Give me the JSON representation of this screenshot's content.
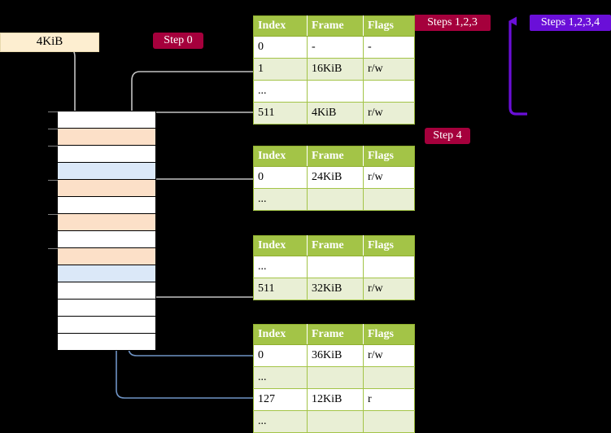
{
  "labels": {
    "size": "4KiB",
    "step0": "Step 0",
    "steps123": "Steps 1,2,3",
    "steps1234": "Steps 1,2,3,4",
    "step4": "Step 4"
  },
  "colors": {
    "table_header": "#a3c447",
    "table_alt_row": "#e9efd5",
    "highlight": "#ffff9e",
    "step_red": "#a5003c",
    "step_purple": "#6a0fd8",
    "size_label_bg": "#fdeed0",
    "mem_orange": "#fce0c8",
    "mem_blue": "#dbe8f8",
    "wire_gray": "#c0c0c0",
    "wire_blue": "#6f94c6"
  },
  "memory": {
    "name": "physical-memory-column",
    "rows": [
      {
        "fill": "white"
      },
      {
        "fill": "orange"
      },
      {
        "fill": "white"
      },
      {
        "fill": "blue"
      },
      {
        "fill": "orange"
      },
      {
        "fill": "white"
      },
      {
        "fill": "orange"
      },
      {
        "fill": "white"
      },
      {
        "fill": "orange"
      },
      {
        "fill": "blue"
      },
      {
        "fill": "white"
      },
      {
        "fill": "white"
      },
      {
        "fill": "white"
      },
      {
        "fill": "white"
      }
    ]
  },
  "tables": [
    {
      "name": "page-table-level-1",
      "headers": [
        "Index",
        "Frame",
        "Flags"
      ],
      "rows": [
        {
          "style": "plain",
          "highlight": false,
          "cells": [
            "0",
            "-",
            "-"
          ]
        },
        {
          "style": "alt",
          "highlight": false,
          "cells": [
            "1",
            "16KiB",
            "r/w"
          ]
        },
        {
          "style": "plain",
          "highlight": false,
          "cells": [
            "...",
            "",
            ""
          ]
        },
        {
          "style": "alt",
          "highlight": true,
          "cells": [
            "511",
            "4KiB",
            "r/w"
          ]
        }
      ]
    },
    {
      "name": "page-table-level-2",
      "headers": [
        "Index",
        "Frame",
        "Flags"
      ],
      "rows": [
        {
          "style": "plain",
          "highlight": false,
          "cells": [
            "0",
            "24KiB",
            "r/w"
          ]
        },
        {
          "style": "alt",
          "highlight": false,
          "cells": [
            "...",
            "",
            ""
          ]
        }
      ]
    },
    {
      "name": "page-table-level-3",
      "headers": [
        "Index",
        "Frame",
        "Flags"
      ],
      "rows": [
        {
          "style": "plain",
          "highlight": false,
          "cells": [
            "...",
            "",
            ""
          ]
        },
        {
          "style": "alt",
          "highlight": false,
          "cells": [
            "511",
            "32KiB",
            "r/w"
          ]
        }
      ]
    },
    {
      "name": "page-table-level-4",
      "headers": [
        "Index",
        "Frame",
        "Flags"
      ],
      "rows": [
        {
          "style": "plain",
          "highlight": false,
          "cells": [
            "0",
            "36KiB",
            "r/w"
          ]
        },
        {
          "style": "alt",
          "highlight": false,
          "cells": [
            "...",
            "",
            ""
          ]
        },
        {
          "style": "plain",
          "highlight": false,
          "cells": [
            "127",
            "12KiB",
            "r"
          ]
        },
        {
          "style": "alt",
          "highlight": false,
          "cells": [
            "...",
            "",
            ""
          ]
        }
      ]
    }
  ]
}
